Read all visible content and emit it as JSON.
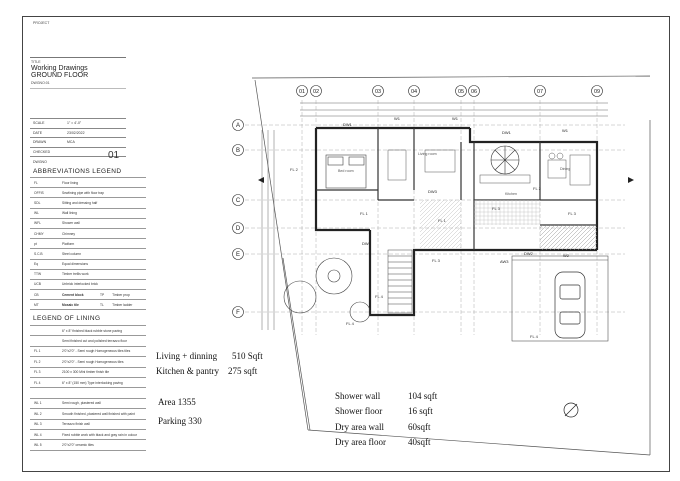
{
  "title_block": {
    "project_label": "PROJECT",
    "subtitle": "TITLE",
    "title_line1": "Working Drawings",
    "title_line2": "GROUND FLOOR",
    "drawing_no": "DWGNO:01",
    "meta_rows": [
      {
        "key": "SCALE",
        "value": "1\" = 4'-0\""
      },
      {
        "key": "DATE",
        "value": "23/02/2022"
      },
      {
        "key": "DRAWN",
        "value": "MCA"
      },
      {
        "key": "CHECKED",
        "value": ""
      },
      {
        "key": "DWGNO",
        "value": ""
      }
    ],
    "sheet_number": "01"
  },
  "abbreviations": {
    "heading": "ABBREVIATIONS LEGEND",
    "rows": [
      {
        "code": "FL",
        "desc": "Floor lining"
      },
      {
        "code": "OFFIS",
        "desc": "Sewlining pipe with floor trap"
      },
      {
        "code": "SDL",
        "desc": "Sitting and dressing half"
      },
      {
        "code": "WL",
        "desc": "Wall lining"
      },
      {
        "code": "WFL",
        "desc": "Shower wall"
      },
      {
        "code": "CHMY",
        "desc": "Chimney"
      },
      {
        "code": "pt",
        "desc": "Platform"
      },
      {
        "code": "S.C.B",
        "desc": "Steel column"
      },
      {
        "code": "Eq",
        "desc": "Equal dimensions"
      },
      {
        "code": "TTW",
        "desc": "Timber trellis work"
      },
      {
        "code": "UCB",
        "desc": "Unbrick interlocked brick"
      },
      {
        "code": "CB",
        "desc": "Cement block",
        "code2": "TP",
        "desc2": "Timber prop"
      },
      {
        "code": "MT",
        "desc": "Mosaic tile",
        "code2": "TL",
        "desc2": "Timber ladder"
      }
    ]
  },
  "lining": {
    "heading": "LEGEND OF LINING",
    "rows": [
      {
        "code": "",
        "desc": "6\" x 8\" finished black rubble stone paving"
      },
      {
        "code": "",
        "desc": "Semi finished cut and polished terrazzo floor"
      },
      {
        "code": "FL 1",
        "desc": "2'0\"x2'0\" - Semi rough Homogeneous tiles tiles"
      },
      {
        "code": "FL 2",
        "desc": "2'0\"x2'0\" - Semi rough Homogeneous tiles"
      },
      {
        "code": "FL 3",
        "desc": "2100 x 300 Mini timber finish tile"
      },
      {
        "code": "FL 4",
        "desc": "6\" x 8\" (150 mm) Type interlocking paving"
      },
      {
        "code": "",
        "desc": ""
      },
      {
        "code": "WL 1",
        "desc": "Semi rough, plastered wall"
      },
      {
        "code": "WL 2",
        "desc": "Smooth finished, plastered wall finished with paint"
      },
      {
        "code": "WL 3",
        "desc": "Terrazzo finish wall"
      },
      {
        "code": "WL 4",
        "desc": "Fixed rubble work with black and gray rain in colour"
      },
      {
        "code": "WL 5",
        "desc": "2'0\"x2'0\" ceramic tiles"
      }
    ]
  },
  "plan_labels": {
    "grid_cols": [
      "01",
      "02",
      "03",
      "04",
      "05",
      "06",
      "07",
      "09"
    ],
    "grid_rows": [
      "A",
      "B",
      "C",
      "D",
      "E",
      "F"
    ],
    "doors": [
      "DW1",
      "W1",
      "W1",
      "DW1",
      "W1",
      "DW3",
      "DW4",
      "DW2",
      "W2",
      "AW3"
    ],
    "room_tags": [
      "FL 1",
      "FL 1",
      "FL 2",
      "FL 3",
      "FL 3",
      "FL 4",
      "FL 4",
      "FL 4",
      "FL 2",
      "FL 3"
    ],
    "room_names": [
      "Bed room",
      "Living room",
      "Kitchen",
      "Dining"
    ]
  },
  "handwritten": {
    "living": "Living + dinning",
    "living_val": "510 Sqft",
    "kitchen": "Kitchen & pantry",
    "kitchen_val": "275 sqft",
    "area": "Area 1355",
    "parking": "Parking  330",
    "shower_wall": "Shower wall",
    "shower_wall_val": "104 sqft",
    "shower_floor": "Shower floor",
    "shower_floor_val": "16 sqft",
    "dry_wall": "Dry area wall",
    "dry_wall_val": "60sqft",
    "dry_floor": "Dry area floor",
    "dry_floor_val": "40sqft"
  },
  "colors": {
    "ink": "#222222",
    "line": "#444444",
    "hatch": "#888888"
  }
}
